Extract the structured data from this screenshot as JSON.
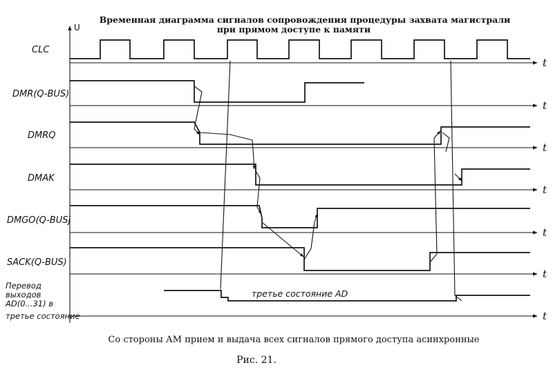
{
  "diagram": {
    "title_line1": "Временная диаграмма сигналов сопровождения процедуры захвата магистрали",
    "title_line2": "при прямом доступе к памяти",
    "voltage_axis_label": "U",
    "time_axis_label": "t",
    "signals": [
      {
        "id": "clc",
        "label": "CLC"
      },
      {
        "id": "dmr",
        "label": "DMR(Q-BUS)"
      },
      {
        "id": "dmrq",
        "label": "DMRQ"
      },
      {
        "id": "dmak",
        "label": "DMAK"
      },
      {
        "id": "dmgo",
        "label": "DMGO(Q-BUSj"
      },
      {
        "id": "sack",
        "label": "SACK(Q-BUS)"
      },
      {
        "id": "ad",
        "label_lines": [
          "Перевод",
          "выходов",
          "AD(0...31) в",
          "третье состояние"
        ]
      }
    ],
    "third_state_note": "третье состояние AD",
    "caption": "Со стороны АМ прием и выдача всех сигналов прямого доступа асинхронные",
    "figure_label": "Рис. 21."
  }
}
